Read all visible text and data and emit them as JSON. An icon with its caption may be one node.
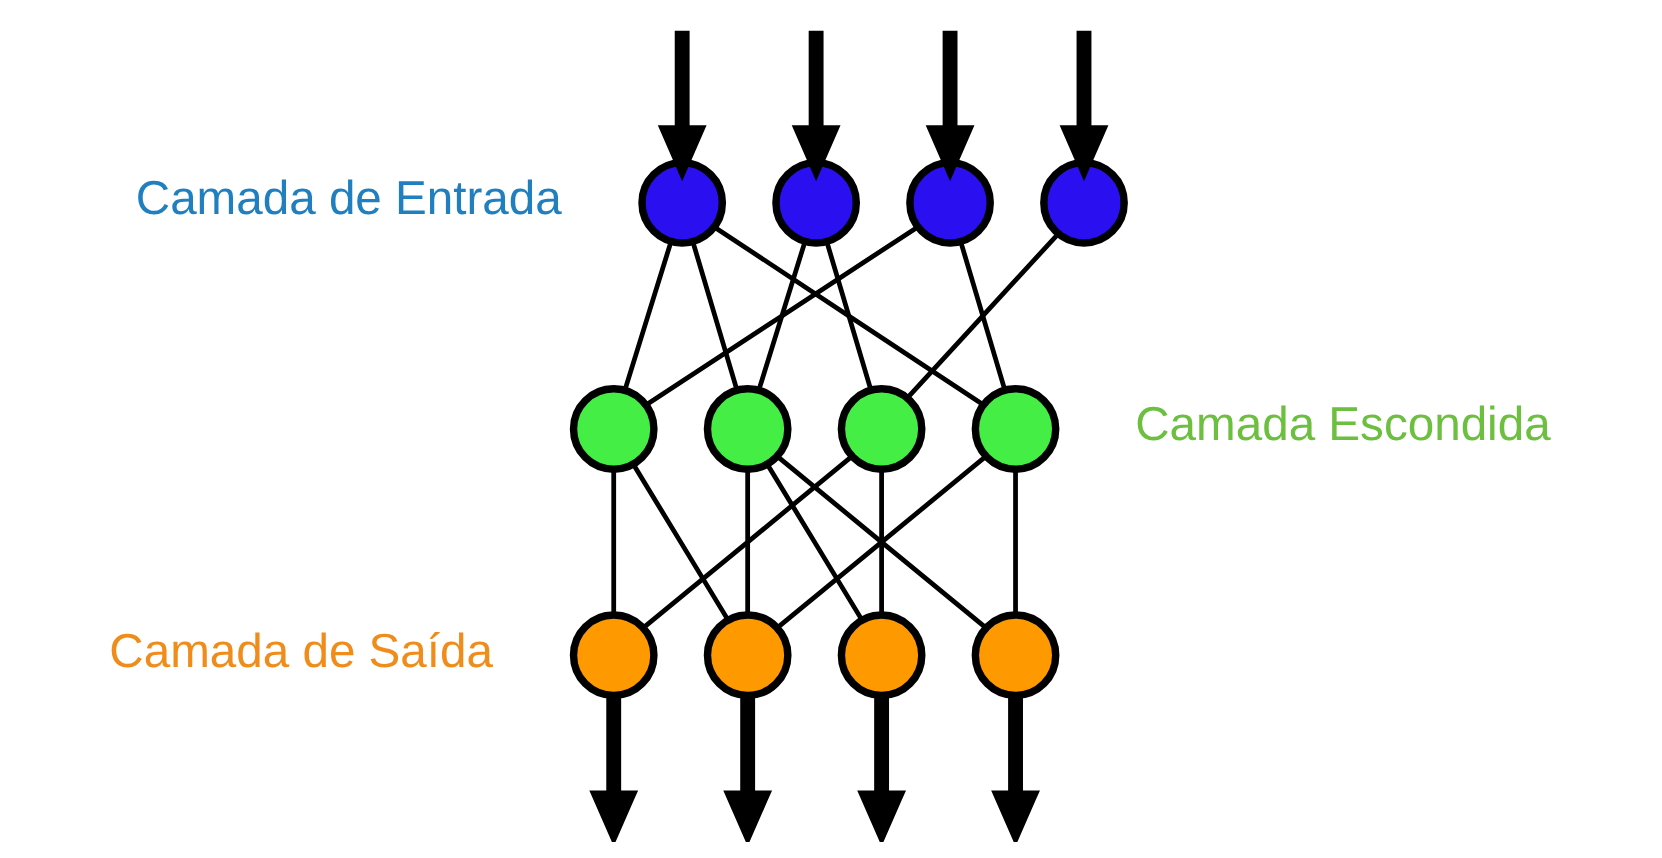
{
  "diagram": {
    "nodes": [
      {
        "text": [],
        "shape": "circle"
      },
      {
        "text": [],
        "shape": "circle"
      },
      {
        "text": [],
        "shape": "circle"
      },
      {
        "text": [],
        "shape": "circle"
      },
      {
        "text": [],
        "shape": "circle"
      },
      {
        "text": [],
        "shape": "circle"
      },
      {
        "text": [],
        "shape": "circle"
      },
      {
        "text": [],
        "shape": "circle"
      },
      {
        "text": [],
        "shape": "circle"
      },
      {
        "text": [],
        "shape": "circle"
      },
      {
        "text": [],
        "shape": "circle"
      },
      {
        "text": [],
        "shape": "circle"
      }
    ],
    "edges": [
      {
        "from": null,
        "to": 0,
        "arrow": "to",
        "style": "thick"
      },
      {
        "from": null,
        "to": 1,
        "arrow": "to",
        "style": "thick"
      },
      {
        "from": null,
        "to": 2,
        "arrow": "to",
        "style": "thick"
      },
      {
        "from": null,
        "to": 3,
        "arrow": "to",
        "style": "thick"
      },
      {
        "from": 0,
        "to": 4,
        "arrow": "none"
      },
      {
        "from": 0,
        "to": 5,
        "arrow": "none"
      },
      {
        "from": 0,
        "to": 7,
        "arrow": "none"
      },
      {
        "from": 1,
        "to": 5,
        "arrow": "none"
      },
      {
        "from": 1,
        "to": 6,
        "arrow": "none"
      },
      {
        "from": 2,
        "to": 4,
        "arrow": "none"
      },
      {
        "from": 2,
        "to": 7,
        "arrow": "none"
      },
      {
        "from": 3,
        "to": 6,
        "arrow": "none"
      },
      {
        "from": 4,
        "to": 8,
        "arrow": "none"
      },
      {
        "from": 4,
        "to": 9,
        "arrow": "none"
      },
      {
        "from": 5,
        "to": 9,
        "arrow": "none"
      },
      {
        "from": 5,
        "to": 10,
        "arrow": "none"
      },
      {
        "from": 5,
        "to": 11,
        "arrow": "none"
      },
      {
        "from": 6,
        "to": 8,
        "arrow": "none"
      },
      {
        "from": 6,
        "to": 10,
        "arrow": "none"
      },
      {
        "from": 7,
        "to": 9,
        "arrow": "none"
      },
      {
        "from": 7,
        "to": 11,
        "arrow": "none"
      },
      {
        "from": 8,
        "to": null,
        "arrow": "to",
        "style": "thick"
      },
      {
        "from": 9,
        "to": null,
        "arrow": "to",
        "style": "thick"
      },
      {
        "from": 10,
        "to": null,
        "arrow": "to",
        "style": "thick"
      },
      {
        "from": 11,
        "to": null,
        "arrow": "to",
        "style": "thick"
      }
    ],
    "labels": [
      "Camada de Entrada",
      "Camada Escondida",
      "Camada de Saída"
    ]
  }
}
